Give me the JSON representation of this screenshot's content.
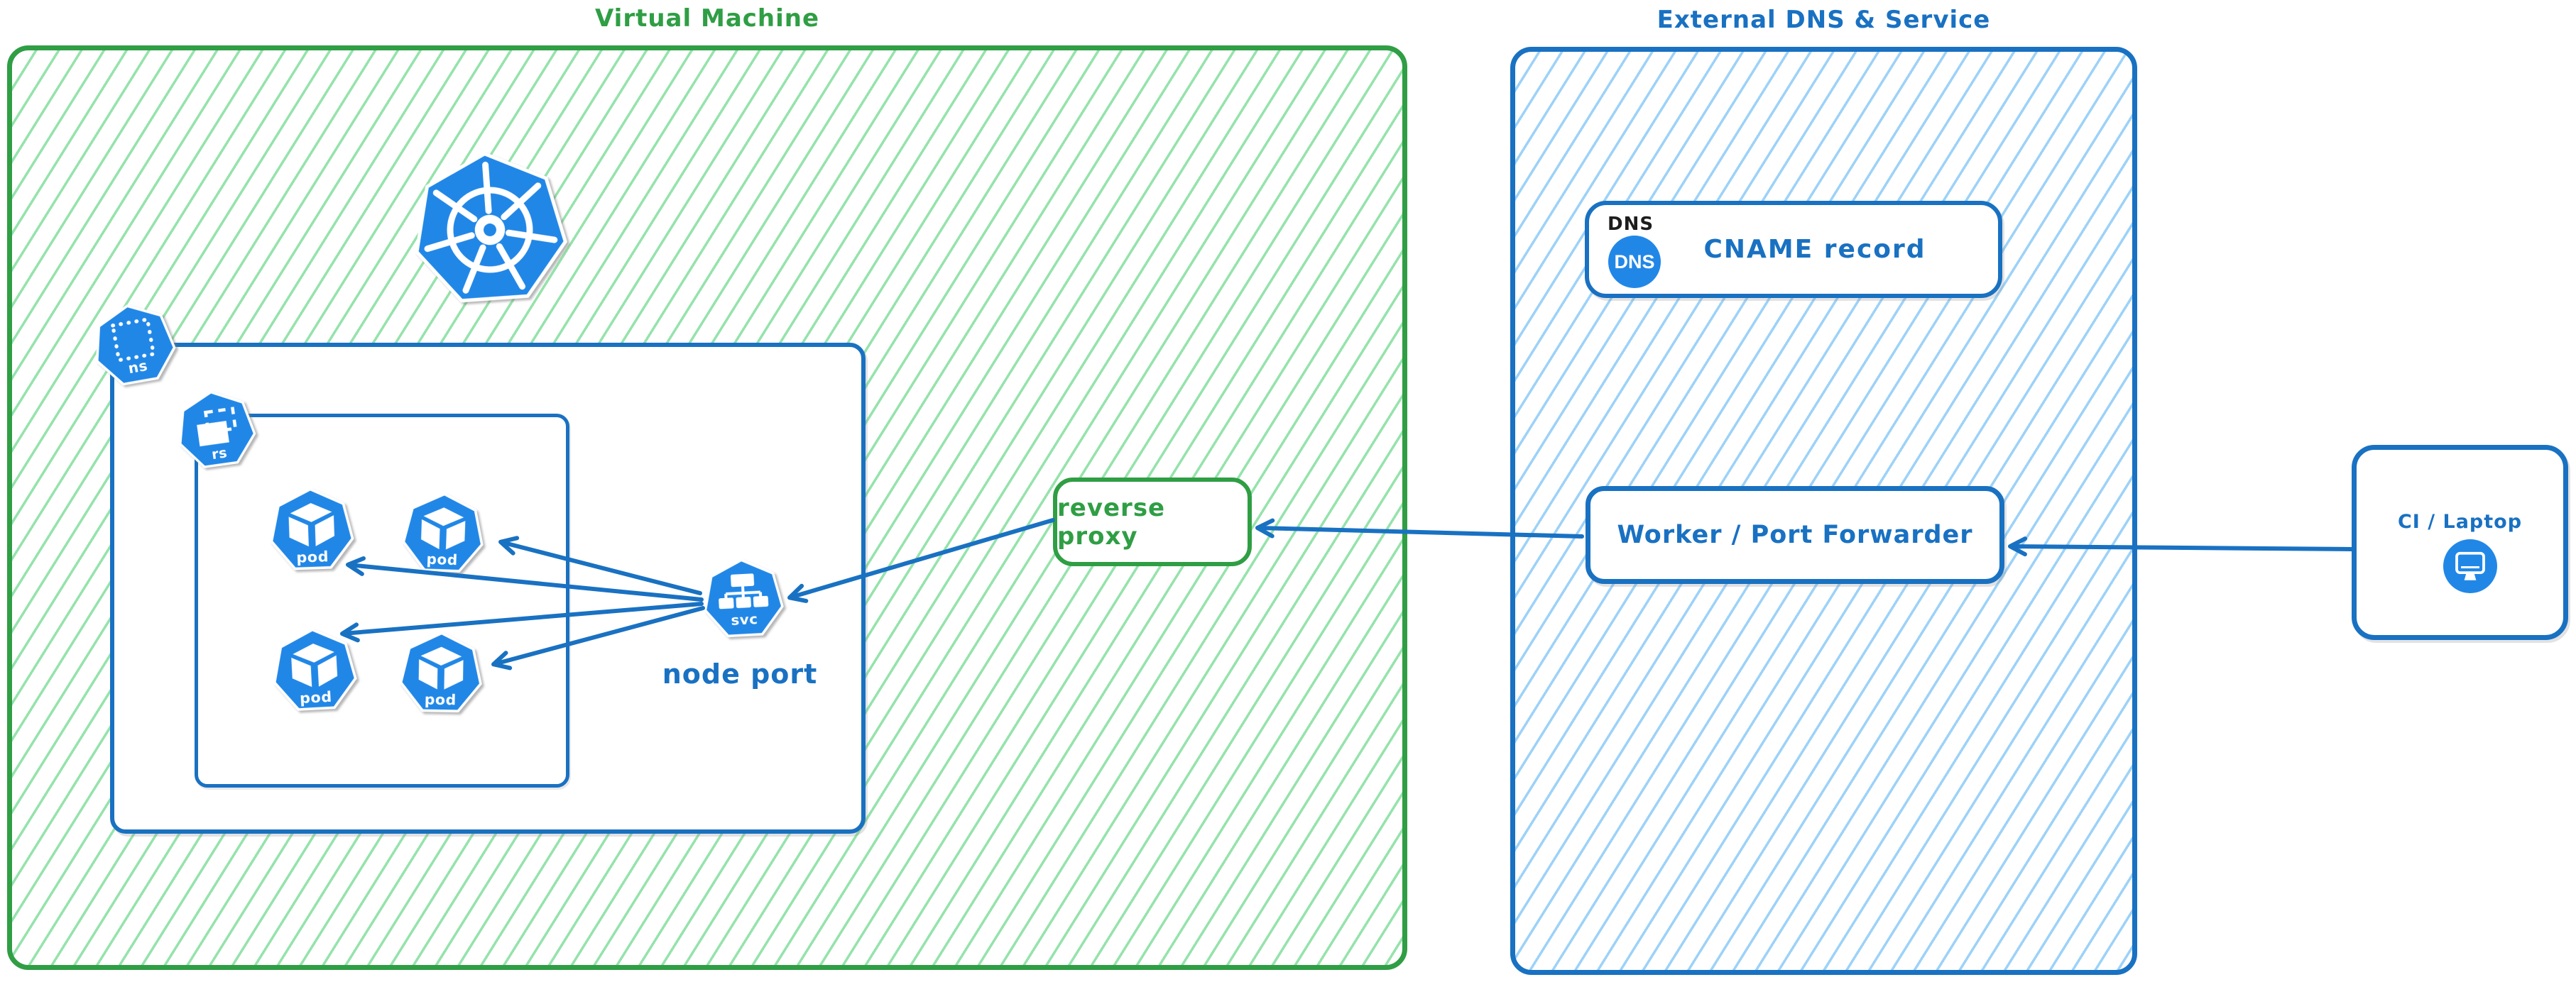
{
  "diagram": {
    "vm_region": {
      "title": "Virtual Machine",
      "namespace_badge": "ns",
      "replicaset_badge": "rs",
      "pod_badge": "pod",
      "service_badge": "svc",
      "service_caption": "node port",
      "reverse_proxy_label": "reverse proxy"
    },
    "external_region": {
      "title": "External DNS & Service",
      "dns_card": {
        "header": "DNS",
        "badge": "DNS",
        "record_label": "CNAME record"
      },
      "worker_label": "Worker / Port Forwarder"
    },
    "client_box": {
      "label": "CI / Laptop"
    }
  },
  "colors": {
    "green": "#2f9e44",
    "green_hatch": "#95e3ab",
    "blue": "#1971c2",
    "blue_hatch": "#9dd2f8",
    "k8s_blue": "#2187e7",
    "ink": "#1d1d1d"
  }
}
